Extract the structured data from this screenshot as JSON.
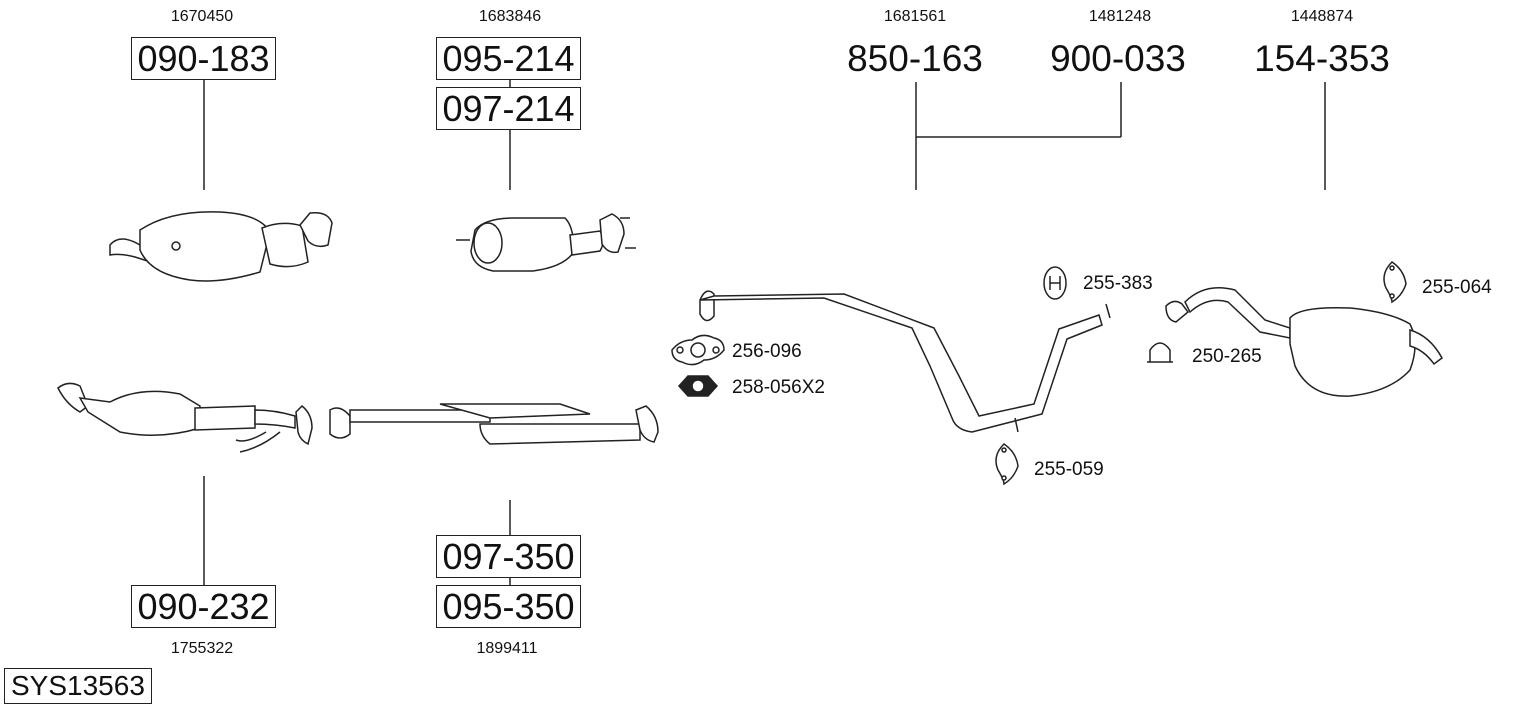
{
  "diagram_id": "SYS13563",
  "groups": [
    {
      "oe": "1670450",
      "parts": [
        "090-183"
      ],
      "component": "catalytic-converter-front"
    },
    {
      "oe": "1683846",
      "parts": [
        "095-214",
        "097-214"
      ],
      "component": "diesel-particulate-filter"
    },
    {
      "oe": "1681561",
      "parts": [
        "850-163"
      ],
      "component": "middle-pipe"
    },
    {
      "oe": "1481248",
      "parts": [
        "900-033"
      ],
      "component": "middle-pipe-alt"
    },
    {
      "oe": "1448874",
      "parts": [
        "154-353"
      ],
      "component": "rear-silencer"
    },
    {
      "oe": "1755322",
      "parts": [
        "090-232"
      ],
      "component": "catalytic-converter-lower"
    },
    {
      "oe": "1899411",
      "parts": [
        "097-350",
        "095-350"
      ],
      "component": "particulate-filter-lower"
    }
  ],
  "accessories": [
    {
      "part": "256-096",
      "icon": "gasket-icon"
    },
    {
      "part": "258-056X2",
      "icon": "nut-icon"
    },
    {
      "part": "255-383",
      "icon": "rubber-ring-icon"
    },
    {
      "part": "250-265",
      "icon": "clamp-icon"
    },
    {
      "part": "255-064",
      "icon": "rubber-hanger-icon"
    },
    {
      "part": "255-059",
      "icon": "rubber-hanger-icon"
    }
  ]
}
